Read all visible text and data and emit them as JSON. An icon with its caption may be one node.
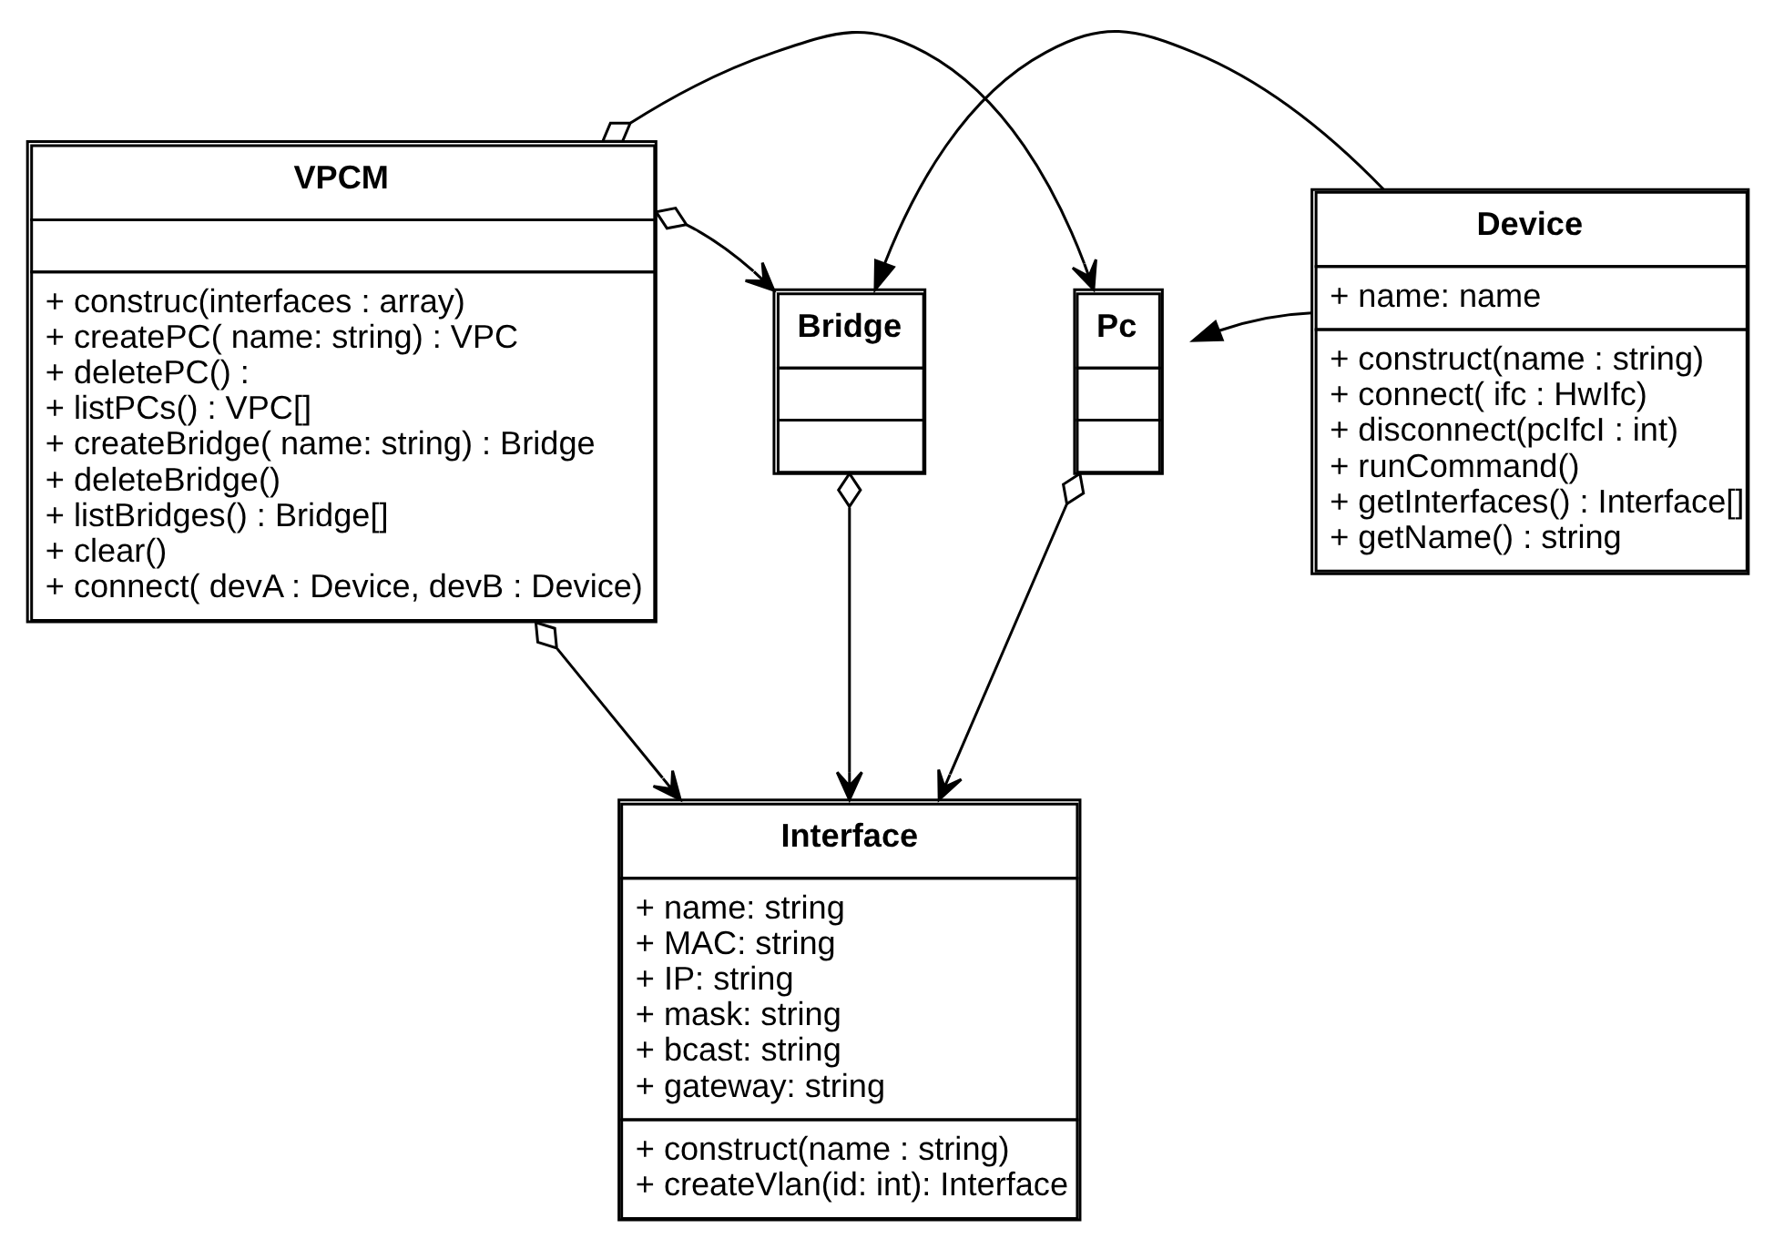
{
  "diagram": {
    "nodes": [
      {
        "text": [
          "VPCM",
          "+ construc(interfaces : array)",
          "+ createPC( name: string) : VPC",
          "+ deletePC() :",
          "+ listPCs() : VPC[]",
          "+ createBridge( name: string) : Bridge",
          "+ deleteBridge()",
          "+ listBridges() : Bridge[]",
          "+ clear()",
          "+ connect( devA : Device, devB : Device)"
        ]
      },
      {
        "text": [
          "Bridge"
        ]
      },
      {
        "text": [
          "Pc"
        ]
      },
      {
        "text": [
          "Device",
          "+ name: name",
          "+ construct(name : string)",
          "+ connect( ifc : HwIfc)",
          "+ disconnect(pcIfcI : int)",
          "+ runCommand()",
          "+ getInterfaces() : Interface[]",
          "+ getName() : string"
        ]
      },
      {
        "text": [
          "Interface",
          "+ name: string",
          "+ MAC: string",
          "+ IP: string",
          "+ mask: string",
          "+ bcast: string",
          "+ gateway: string",
          "+ construct(name : string)",
          "+ createVlan(id: int): Interface"
        ]
      }
    ],
    "edges": [
      {
        "from": 0,
        "to": 1,
        "arrow": "to"
      },
      {
        "from": 0,
        "to": 2,
        "arrow": "to"
      },
      {
        "from": 3,
        "to": 1,
        "arrow": "to"
      },
      {
        "from": 3,
        "to": 2,
        "arrow": "to"
      },
      {
        "from": 1,
        "to": 4,
        "arrow": "to"
      },
      {
        "from": 0,
        "to": 4,
        "arrow": "to"
      },
      {
        "from": 2,
        "to": 4,
        "arrow": "to"
      }
    ]
  }
}
